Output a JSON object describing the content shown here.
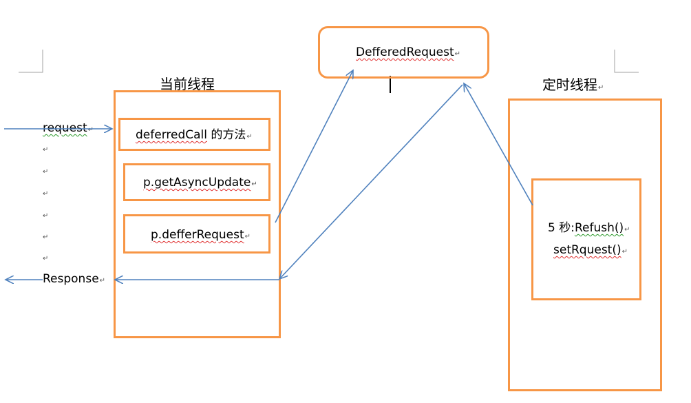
{
  "page": {
    "paragraph_mark": "↵"
  },
  "current_thread": {
    "title": "当前线程",
    "items": [
      {
        "prefix": "deferredCall",
        "suffix": " 的方法"
      },
      {
        "prefix": "p.getAsyncUpdate",
        "suffix": ""
      },
      {
        "prefix": "p.defferRequest",
        "suffix": ""
      }
    ]
  },
  "deferred_request": {
    "label": "DefferedRequest"
  },
  "timer_thread": {
    "title": "定时线程",
    "line1_prefix": "5 秒:",
    "line1_word": "Refush()",
    "line2": "setRquest()"
  },
  "left": {
    "request_label": "request",
    "response_label": "Response"
  },
  "colors": {
    "box_border": "#f79646",
    "arrow": "#4f81bd",
    "spell_underline": "#e03030",
    "grammar_underline": "#2a9a2a"
  }
}
